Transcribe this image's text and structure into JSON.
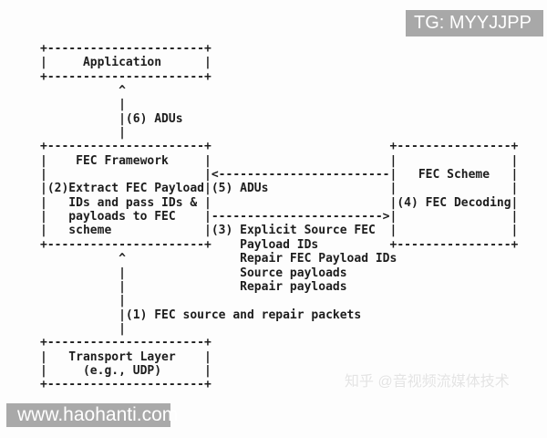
{
  "watermarks": {
    "telegram_badge": "TG: MYYJJPP",
    "site_badge": "www.haohanti.com",
    "zhihu": "知乎 @音视频流媒体技术",
    "badge_bg_color": "#a8a8a8",
    "badge_text_color": "#ffffff",
    "zhihu_text_color": "#e4e4e4"
  },
  "diagram": {
    "description": "FEC Framework receiver operation ASCII diagram",
    "text_color": "#1d1d1d",
    "background_color": "#fdfdfd",
    "boxes": [
      "Application",
      "FEC Framework",
      "FEC Scheme",
      "Transport Layer (e.g., UDP)"
    ],
    "step_labels": [
      "(1) FEC source and repair packets",
      "(2)Extract FEC Payload IDs and pass IDs & payloads to FEC scheme",
      "(3) Explicit Source FEC Payload IDs, Repair FEC Payload IDs, Source payloads, Repair payloads",
      "(4) FEC Decoding",
      "(5) ADUs",
      "(6) ADUs"
    ],
    "ascii_lines": [
      "+----------------------+",
      "|     Application      |",
      "+----------------------+",
      "           ^",
      "           |",
      "           |(6) ADUs",
      "           |",
      "+----------------------+                         +----------------+",
      "|    FEC Framework     |                         |                |",
      "|                      |<------------------------|   FEC Scheme   |",
      "|(2)Extract FEC Payload|(5) ADUs                 |                |",
      "|   IDs and pass IDs & |                         |(4) FEC Decoding|",
      "|   payloads to FEC    |------------------------>|                |",
      "|   scheme             |(3) Explicit Source FEC  |                |",
      "+----------------------+    Payload IDs          +----------------+",
      "           ^                Repair FEC Payload IDs",
      "           |                Source payloads",
      "           |                Repair payloads",
      "           |",
      "           |(1) FEC source and repair packets",
      "           |",
      "+----------------------+",
      "|   Transport Layer    |",
      "|     (e.g., UDP)      |",
      "+----------------------+"
    ]
  }
}
